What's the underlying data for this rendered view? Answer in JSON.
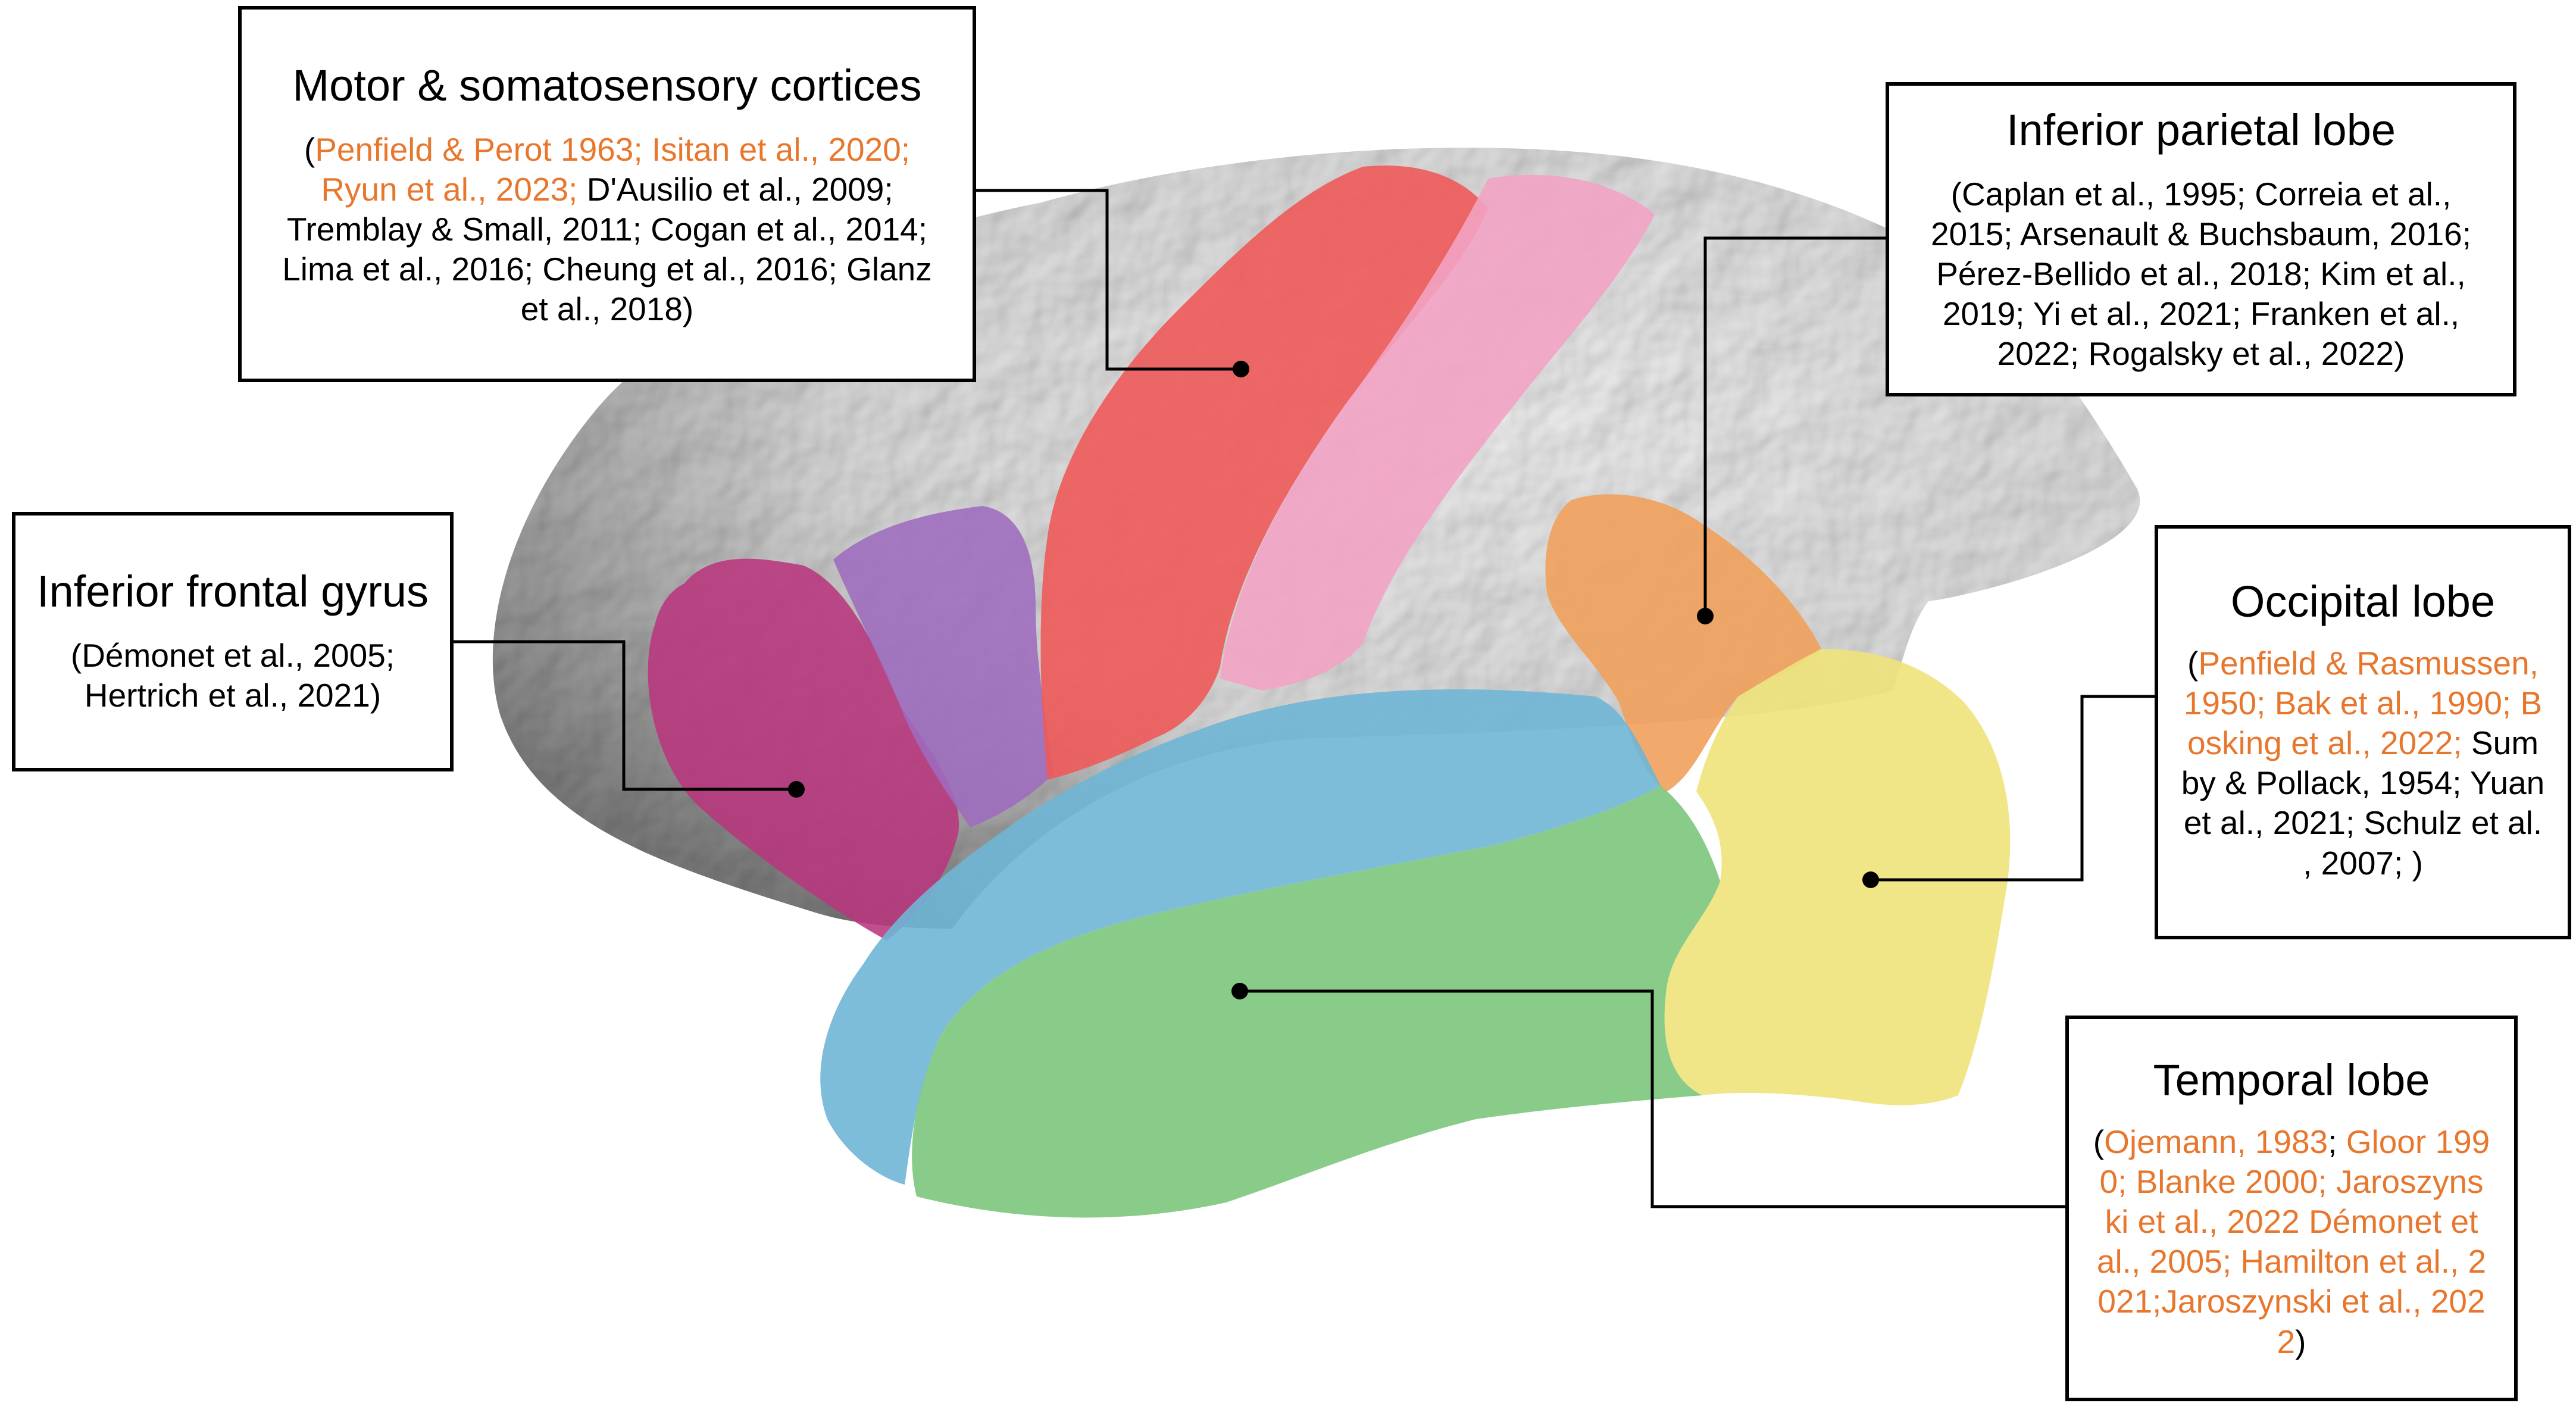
{
  "figure": {
    "regions": [
      {
        "id": "motor",
        "color": "#EE5A5A"
      },
      {
        "id": "somatosensory",
        "color": "#F2A3C3"
      },
      {
        "id": "ifg-pars-opercularis",
        "color": "#9E6BBF"
      },
      {
        "id": "ifg-pars-triangularis",
        "color": "#B8377E"
      },
      {
        "id": "inferior-parietal",
        "color": "#F0A05C"
      },
      {
        "id": "occipital",
        "color": "#EEE27A"
      },
      {
        "id": "superior-temporal",
        "color": "#6FB6D6"
      },
      {
        "id": "temporal",
        "color": "#7CC77C"
      }
    ]
  },
  "labels": {
    "motor": {
      "title": "Motor & somatosensory cortices",
      "open": "(",
      "highlighted": "Penfield & Perot 1963; Isitan et al., 2020; Ryun et al., 2023;",
      "rest": " D'Ausilio et al., 2009; Tremblay & Small, 2011; Cogan et al., 2014; Lima et al., 2016; Cheung et al., 2016; Glanz et al., 2018)"
    },
    "inferior_parietal": {
      "title": "Inferior parietal lobe",
      "refs": "(Caplan et al., 1995; Correia et al., 2015; Arsenault & Buchsbaum, 2016; Pérez-Bellido et al., 2018; Kim et al., 2019; Yi et al., 2021; Franken et al., 2022; Rogalsky et al., 2022)"
    },
    "inferior_frontal": {
      "title": "Inferior frontal gyrus",
      "refs": "(Démonet et al., 2005; Hertrich et al., 2021)"
    },
    "occipital": {
      "title": "Occipital lobe",
      "open": "(",
      "highlighted": "Penfield & Rasmussen, 1950; Bak et al., 1990; B osking et al., 2022;",
      "rest": " Sum by & Pollack, 1954; Yuan et al., 2021; Schulz et al. , 2007; )"
    },
    "temporal": {
      "title": "Temporal lobe",
      "open": "(",
      "highlighted_1": "Ojemann, 1983",
      "sep": "; ",
      "highlighted_2": "Gloor 199 0; Blanke 2000; Jaroszyns ki et al., 2022 Démonet et al., 2005; Hamilton et al., 2 021;Jaroszynski et al., 202 2",
      "close": ")"
    }
  }
}
